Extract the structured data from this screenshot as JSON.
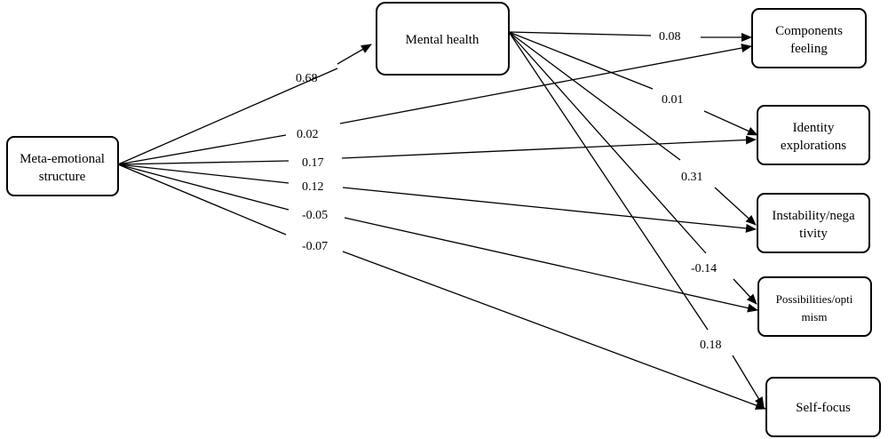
{
  "nodes": {
    "meta": {
      "lines": [
        "Meta-emotional",
        "structure"
      ]
    },
    "mental": {
      "lines": [
        "Mental health"
      ]
    },
    "components": {
      "lines": [
        "Components",
        "feeling"
      ]
    },
    "identity": {
      "lines": [
        "Identity",
        "explorations"
      ]
    },
    "instability": {
      "lines": [
        "Instability/nega",
        "tivity"
      ]
    },
    "possibilities": {
      "lines": [
        "Possibilities/opti",
        "mism"
      ]
    },
    "selffocus": {
      "lines": [
        "Self-focus"
      ]
    }
  },
  "paths": [
    {
      "from": "meta",
      "to": "mental",
      "coef": "0.68"
    },
    {
      "from": "meta",
      "to": "components",
      "coef": "0.02"
    },
    {
      "from": "meta",
      "to": "identity",
      "coef": "0.17"
    },
    {
      "from": "meta",
      "to": "instability",
      "coef": "0.12"
    },
    {
      "from": "meta",
      "to": "possibilities",
      "coef": "-0.05"
    },
    {
      "from": "meta",
      "to": "selffocus",
      "coef": "-0.07"
    },
    {
      "from": "mental",
      "to": "components",
      "coef": "0.08"
    },
    {
      "from": "mental",
      "to": "identity",
      "coef": "0.01"
    },
    {
      "from": "mental",
      "to": "instability",
      "coef": "0.31"
    },
    {
      "from": "mental",
      "to": "possibilities",
      "coef": "-0.14"
    },
    {
      "from": "mental",
      "to": "selffocus",
      "coef": "0.18"
    }
  ]
}
